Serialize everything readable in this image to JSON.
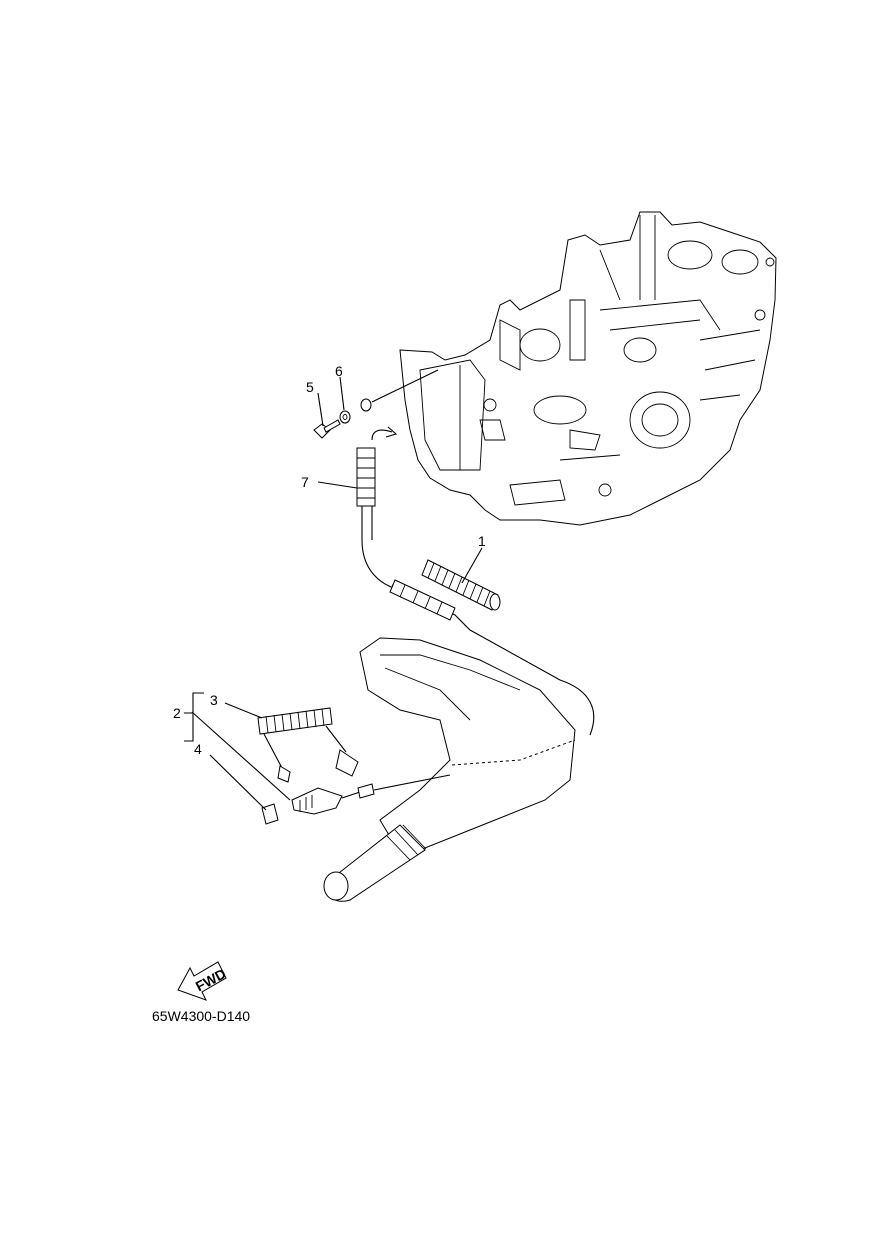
{
  "diagram": {
    "callouts": [
      {
        "id": "1",
        "label": "1"
      },
      {
        "id": "2",
        "label": "2"
      },
      {
        "id": "3",
        "label": "3"
      },
      {
        "id": "4",
        "label": "4"
      },
      {
        "id": "5",
        "label": "5"
      },
      {
        "id": "6",
        "label": "6"
      },
      {
        "id": "7",
        "label": "7"
      }
    ],
    "drawing_code": "65W4300-D140",
    "fwd_label": "FWD"
  }
}
